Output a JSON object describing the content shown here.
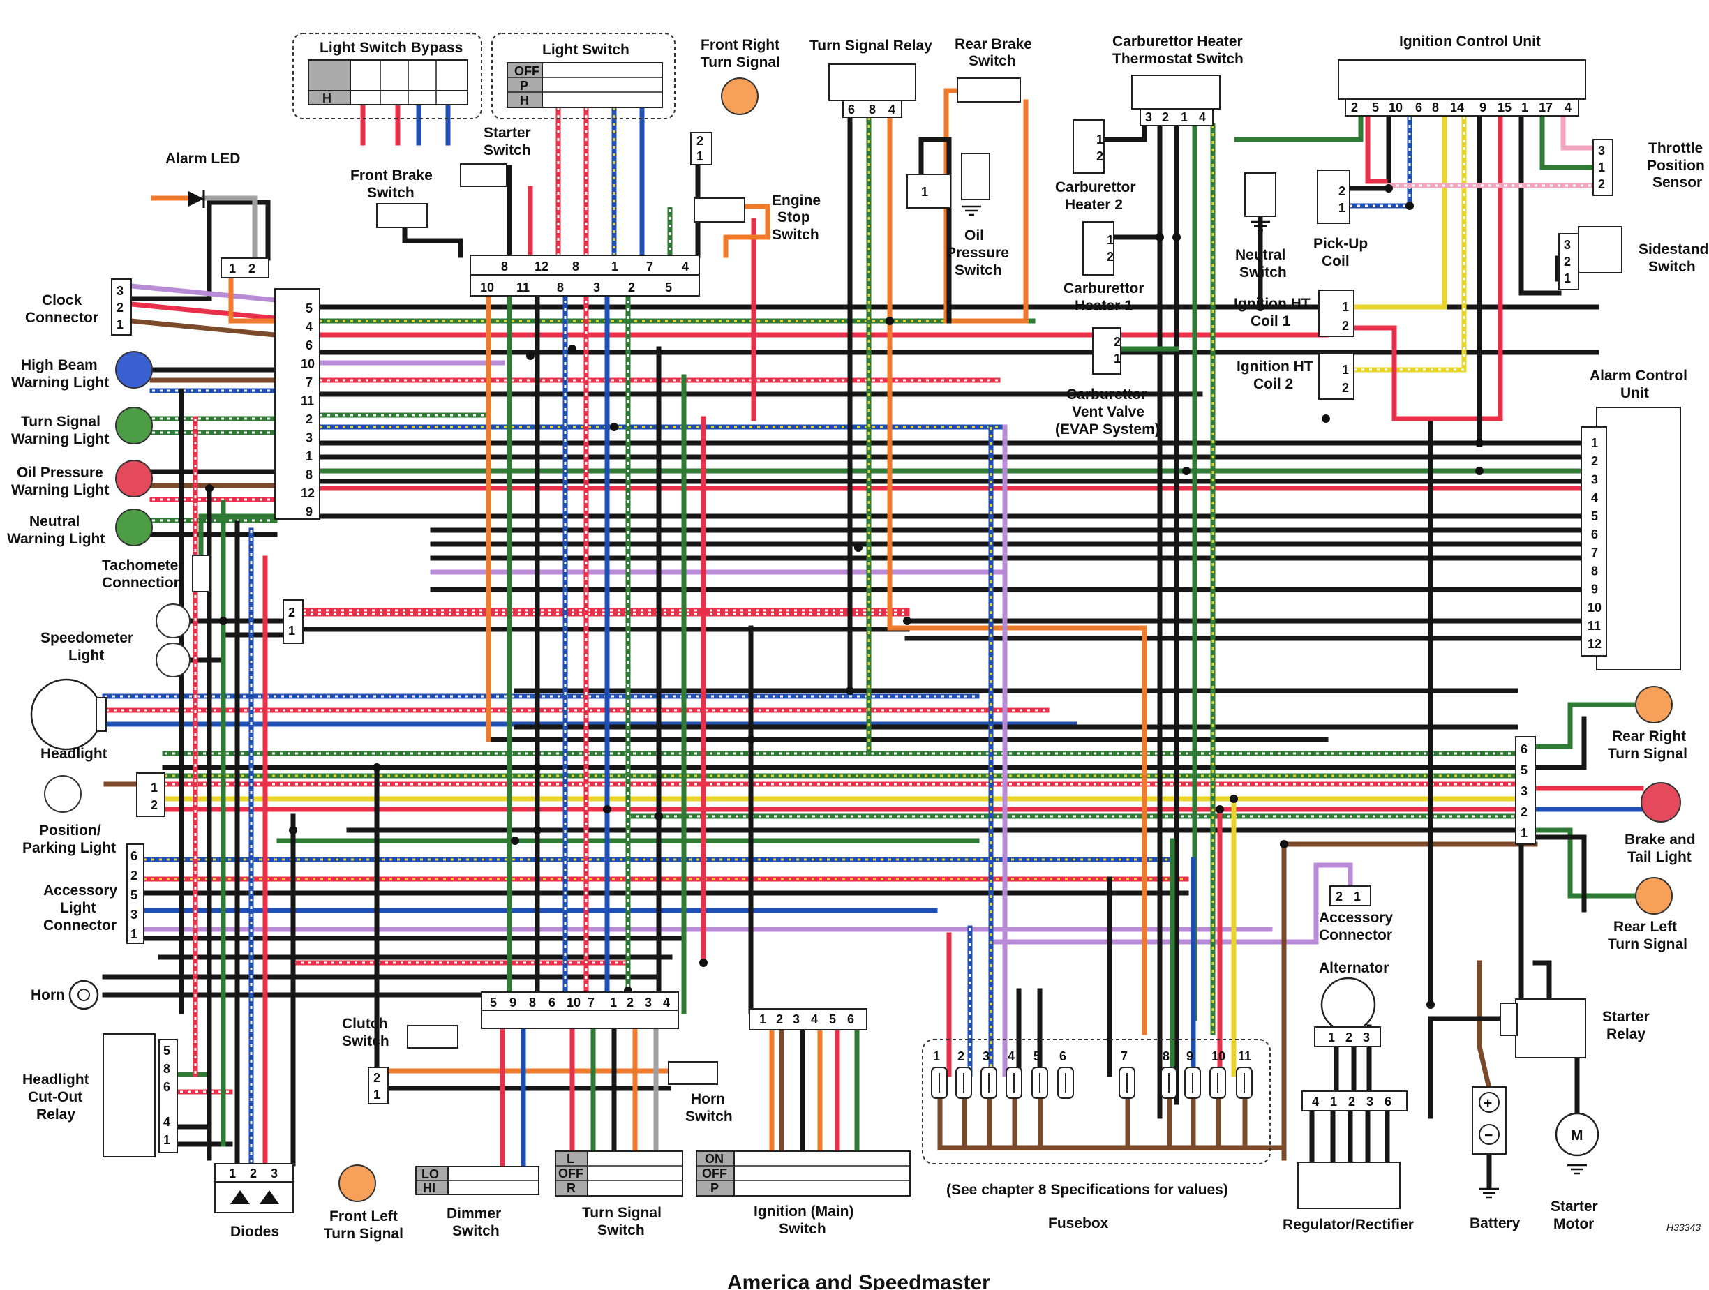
{
  "title": "America and Speedmaster",
  "drawing_ref": "H33343",
  "colors": {
    "black": "#161616",
    "red": "#e8304a",
    "blue": "#1f4fb3",
    "green": "#2f7a34",
    "orange": "#f07a2a",
    "purple": "#b98ad6",
    "brown": "#7a4a2a",
    "yellow": "#e9d42a",
    "pink": "#f2a6bf",
    "white": "#ffffff",
    "grey": "#a0a0a0"
  },
  "labels": {
    "light_switch_bypass": "Light Switch Bypass",
    "light_switch": "Light Switch",
    "front_right_turn_signal": [
      "Front Right",
      "Turn Signal"
    ],
    "turn_signal_relay": "Turn Signal Relay",
    "rear_brake_switch": [
      "Rear Brake",
      "Switch"
    ],
    "carb_heater_thermostat": [
      "Carburettor Heater",
      "Thermostat Switch"
    ],
    "ignition_control_unit": "Ignition Control Unit",
    "throttle_position_sensor": [
      "Throttle",
      "Position",
      "Sensor"
    ],
    "sidestand_switch": [
      "Sidestand",
      "Switch"
    ],
    "alarm_led": "Alarm LED",
    "starter_switch": [
      "Starter",
      "Switch"
    ],
    "front_brake_switch": [
      "Front Brake",
      "Switch"
    ],
    "engine_stop_switch": [
      "Engine",
      "Stop",
      "Switch"
    ],
    "oil_pressure_switch": [
      "Oil",
      "Pressure",
      "Switch"
    ],
    "carb_heater_2": [
      "Carburettor",
      "Heater 2"
    ],
    "carb_heater_1": [
      "Carburettor",
      "Heater 1"
    ],
    "carb_vent_valve": [
      "Carburettor",
      "Vent Valve",
      "(EVAP System)"
    ],
    "neutral_switch": [
      "Neutral",
      "Switch"
    ],
    "pickup_coil": [
      "Pick-Up",
      "Coil"
    ],
    "ign_ht_coil_1": [
      "Ignition HT",
      "Coil 1"
    ],
    "ign_ht_coil_2": [
      "Ignition HT",
      "Coil 2"
    ],
    "alarm_control_unit": [
      "Alarm Control",
      "Unit"
    ],
    "clock_connector": [
      "Clock",
      "Connector"
    ],
    "high_beam_warning": [
      "High Beam",
      "Warning Light"
    ],
    "turn_signal_warning": [
      "Turn Signal",
      "Warning Light"
    ],
    "oil_pressure_warning": [
      "Oil Pressure",
      "Warning Light"
    ],
    "neutral_warning": [
      "Neutral",
      "Warning Light"
    ],
    "tachometer_connection": [
      "Tachometer",
      "Connection"
    ],
    "speedometer_light": [
      "Speedometer",
      "Light"
    ],
    "headlight": "Headlight",
    "position_light": [
      "Position/",
      "Parking Light"
    ],
    "accessory_light_connector": [
      "Accessory",
      "Light",
      "Connector"
    ],
    "horn": "Horn",
    "headlight_cutout_relay": [
      "Headlight",
      "Cut-Out",
      "Relay"
    ],
    "diodes": "Diodes",
    "clutch_switch": [
      "Clutch",
      "Switch"
    ],
    "front_left_turn_signal": [
      "Front Left",
      "Turn Signal"
    ],
    "dimmer_switch": [
      "Dimmer",
      "Switch"
    ],
    "turn_signal_switch": [
      "Turn Signal",
      "Switch"
    ],
    "horn_switch": [
      "Horn",
      "Switch"
    ],
    "ignition_main_switch": [
      "Ignition (Main)",
      "Switch"
    ],
    "fusebox": "Fusebox",
    "fusebox_note": "(See chapter 8 Specifications for values)",
    "accessory_connector": [
      "Accessory",
      "Connector"
    ],
    "alternator": "Alternator",
    "regulator_rectifier": "Regulator/Rectifier",
    "battery": "Battery",
    "starter_relay": [
      "Starter",
      "Relay"
    ],
    "starter_motor": [
      "Starter",
      "Motor"
    ],
    "rear_right_turn_signal": [
      "Rear Right",
      "Turn Signal"
    ],
    "brake_tail_light": [
      "Brake and",
      "Tail Light"
    ],
    "rear_left_turn_signal": [
      "Rear Left",
      "Turn Signal"
    ]
  },
  "pins": {
    "light_switch_bypass_rows": [
      "H"
    ],
    "light_switch_rows": [
      "OFF",
      "P",
      "H"
    ],
    "turn_signal_relay": [
      "6",
      "8",
      "4"
    ],
    "carb_thermostat": [
      "3",
      "2",
      "1",
      "4"
    ],
    "icu": [
      "2",
      "5",
      "10",
      "6",
      "8",
      "14",
      "9",
      "15",
      "1",
      "17",
      "4"
    ],
    "tps": [
      "3",
      "1",
      "2"
    ],
    "sidestand": [
      "3",
      "2",
      "1"
    ],
    "alarm_led": [
      "1",
      "2"
    ],
    "front_right_ts": [
      "2",
      "1"
    ],
    "handlebar_top": [
      "8",
      "12",
      "8",
      "1",
      "7",
      "4"
    ],
    "handlebar_bottom": [
      "10",
      "11",
      "8",
      "3",
      "2",
      "5"
    ],
    "oil_pressure": [
      "1"
    ],
    "carb_heater_2": [
      "1",
      "2"
    ],
    "carb_heater_1": [
      "1",
      "2"
    ],
    "carb_vent": [
      "2",
      "1"
    ],
    "pickup": [
      "2",
      "1"
    ],
    "ht_coil_1": [
      "1",
      "2"
    ],
    "ht_coil_2": [
      "1",
      "2"
    ],
    "alarm_unit": [
      "1",
      "2",
      "3",
      "4",
      "5",
      "6",
      "7",
      "8",
      "9",
      "10",
      "11",
      "12"
    ],
    "clock": [
      "3",
      "2",
      "1"
    ],
    "instrument": [
      "5",
      "4",
      "6",
      "10",
      "7",
      "11",
      "2",
      "3",
      "1",
      "8",
      "12",
      "9"
    ],
    "speedo": [
      "2",
      "1"
    ],
    "position": [
      "1",
      "2"
    ],
    "accessory_light": [
      "6",
      "2",
      "5",
      "3",
      "1"
    ],
    "relay": [
      "5",
      "8",
      "6",
      "4",
      "1"
    ],
    "diodes": [
      "1",
      "2",
      "3"
    ],
    "lh_switch_block": [
      "5",
      "9",
      "8",
      "6",
      "10",
      "7",
      "1",
      "2",
      "3",
      "4"
    ],
    "front_left_ts": [
      "2",
      "1"
    ],
    "dimmer_rows": [
      "LO",
      "HI"
    ],
    "ts_switch_rows": [
      "L",
      "OFF",
      "R"
    ],
    "ignition_pins": [
      "1",
      "2",
      "3",
      "4",
      "5",
      "6"
    ],
    "ignition_rows": [
      "ON",
      "OFF",
      "P"
    ],
    "fuses": [
      "1",
      "2",
      "3",
      "4",
      "5",
      "6",
      "7",
      "8",
      "9",
      "10",
      "11"
    ],
    "accessory": [
      "2",
      "1"
    ],
    "alternator": [
      "1",
      "2",
      "3"
    ],
    "regulator": [
      "4",
      "1",
      "2",
      "3",
      "6"
    ],
    "rear_lights": [
      "6",
      "5",
      "3",
      "2",
      "1"
    ],
    "battery_plus": "+",
    "battery_minus": "−",
    "motor": "M"
  }
}
